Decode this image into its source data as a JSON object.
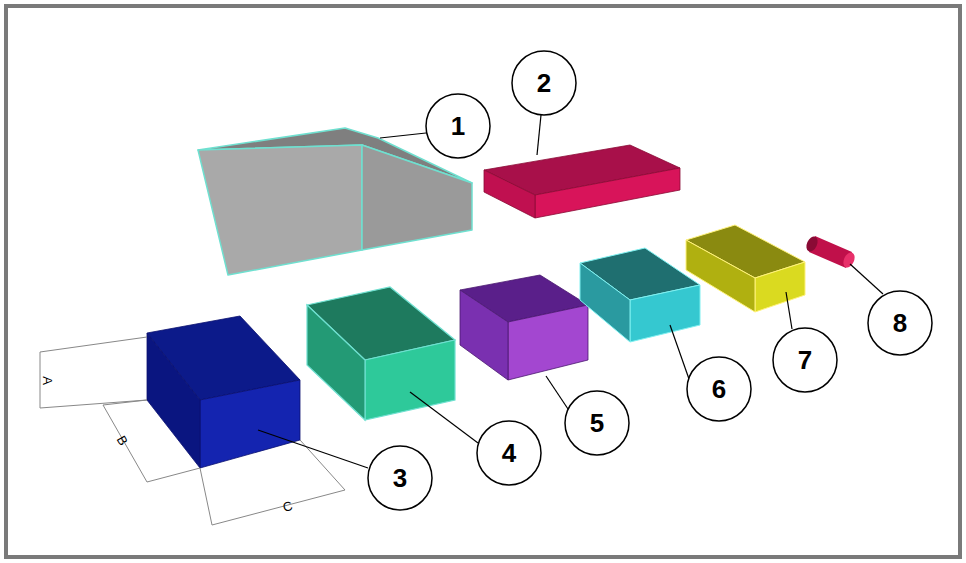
{
  "diagram": {
    "labels": [
      "1",
      "2",
      "A",
      "B",
      "C",
      "3",
      "4",
      "5",
      "6",
      "7",
      "8"
    ]
  }
}
